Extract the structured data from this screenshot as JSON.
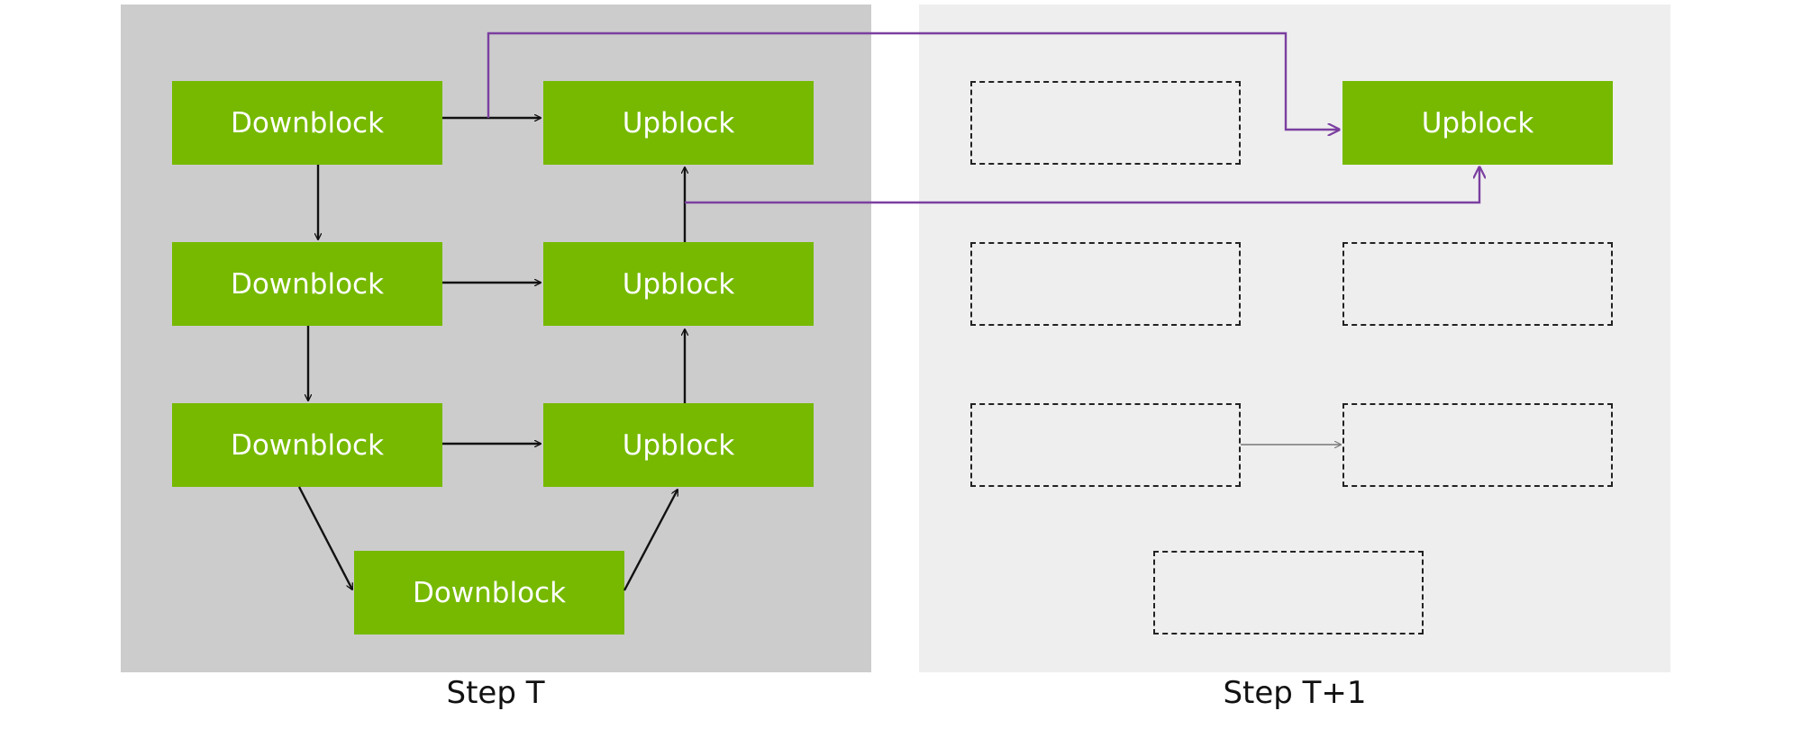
{
  "panels": {
    "left": {
      "caption": "Step T"
    },
    "right": {
      "caption": "Step T+1"
    }
  },
  "blocks": {
    "down_1": "Downblock",
    "down_2": "Downblock",
    "down_3": "Downblock",
    "down_4": "Downblock",
    "up_1": "Upblock",
    "up_2": "Upblock",
    "up_3": "Upblock",
    "next_up_1": "Upblock"
  },
  "colors": {
    "block_fill": "#76b900",
    "block_text": "#ffffff",
    "step_t_background": "#cccccc",
    "step_t1_background": "#eeeeee",
    "cache_arrow": "#7b3fa0",
    "arrow": "#111111"
  }
}
